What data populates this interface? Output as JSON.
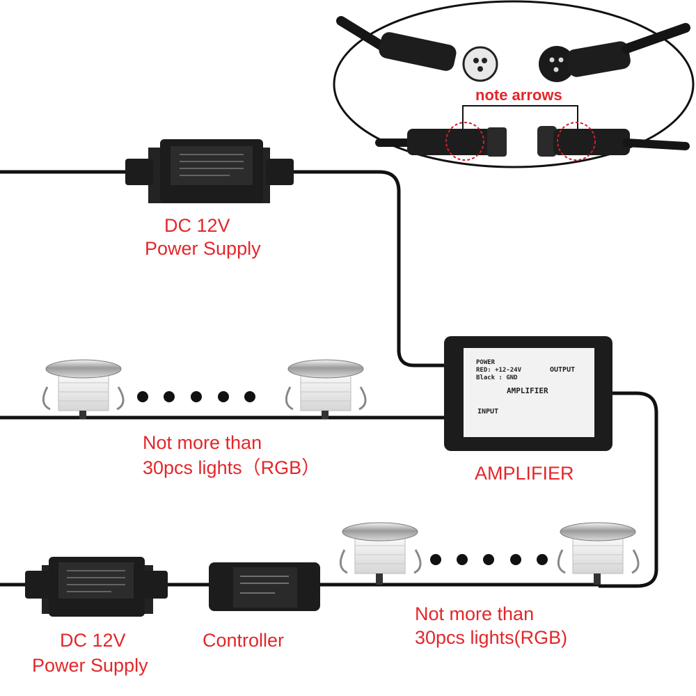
{
  "connector_callout": {
    "label": "note arrows"
  },
  "top_supply": {
    "label_line1": "DC 12V",
    "label_line2": "Power Supply"
  },
  "amplifier": {
    "label": "AMPLIFIER",
    "sticker": {
      "power": "POWER",
      "red": "RED: +12-24V",
      "black": "Black : GND",
      "output": "OUTPUT",
      "title": "AMPLIFIER",
      "input": "INPUT"
    }
  },
  "middle_lights": {
    "label_line1": "Not more than",
    "label_line2": "30pcs lights（RGB）"
  },
  "bottom_supply": {
    "label_line1": "DC 12V",
    "label_line2": "Power Supply"
  },
  "controller": {
    "label": "Controller"
  },
  "bottom_lights": {
    "label_line1": "Not more than",
    "label_line2": "30pcs lights(RGB)"
  },
  "colors": {
    "label_red": "#e3262a",
    "device_black": "#1c1c1c",
    "sticker_white": "#f2f2f2",
    "callout_dash": "#d0202a",
    "wire": "#111111"
  }
}
